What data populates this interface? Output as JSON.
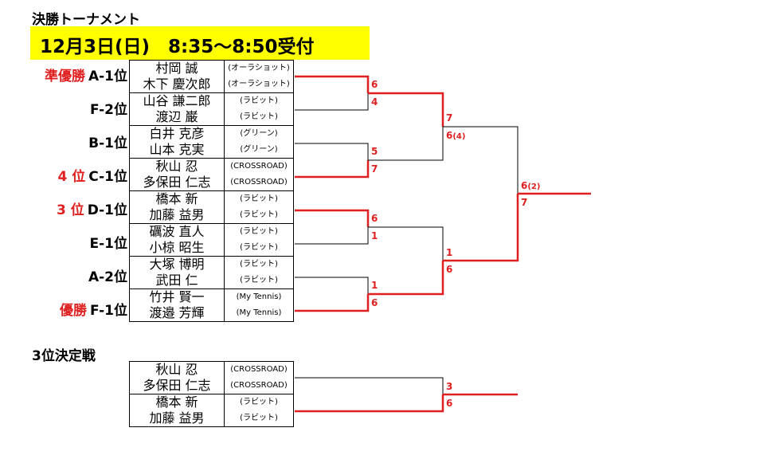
{
  "header": {
    "title": "決勝トーナメント",
    "banner": "12月3日(日)　8:35～8:50受付"
  },
  "colors": {
    "accent": "#e02020",
    "banner_bg": "#ffff00",
    "line": "#000000"
  },
  "main_bracket": {
    "pairs": [
      {
        "place": "準優勝",
        "seed": "A-1位",
        "players": [
          {
            "name": "村岡 誠",
            "club": "(オーラショット)"
          },
          {
            "name": "木下 慶次郎",
            "club": "(オーラショット)"
          }
        ]
      },
      {
        "place": "",
        "seed": "F-2位",
        "players": [
          {
            "name": "山谷 謙二郎",
            "club": "(ラビット)"
          },
          {
            "name": "渡辺 巌",
            "club": "(ラビット)"
          }
        ]
      },
      {
        "place": "",
        "seed": "B-1位",
        "players": [
          {
            "name": "白井 克彦",
            "club": "(グリーン)"
          },
          {
            "name": "山本 克実",
            "club": "(グリーン)"
          }
        ]
      },
      {
        "place": "4 位",
        "seed": "C-1位",
        "players": [
          {
            "name": "秋山 忍",
            "club": "(CROSSROAD)"
          },
          {
            "name": "多保田 仁志",
            "club": "(CROSSROAD)"
          }
        ]
      },
      {
        "place": "3 位",
        "seed": "D-1位",
        "players": [
          {
            "name": "橋本 新",
            "club": "(ラビット)"
          },
          {
            "name": "加藤 益男",
            "club": "(ラビット)"
          }
        ]
      },
      {
        "place": "",
        "seed": "E-1位",
        "players": [
          {
            "name": "礪波 直人",
            "club": "(ラビット)"
          },
          {
            "name": "小椋 昭生",
            "club": "(ラビット)"
          }
        ]
      },
      {
        "place": "",
        "seed": "A-2位",
        "players": [
          {
            "name": "大塚 博明",
            "club": "(ラビット)"
          },
          {
            "name": "武田 仁",
            "club": "(ラビット)"
          }
        ]
      },
      {
        "place": "優勝",
        "seed": "F-1位",
        "players": [
          {
            "name": "竹井 賢一",
            "club": "(My Tennis)"
          },
          {
            "name": "渡邉 芳輝",
            "club": "(My Tennis)"
          }
        ]
      }
    ],
    "round1_scores": [
      {
        "top": "6",
        "bottom": "4"
      },
      {
        "top": "5",
        "bottom": "7"
      },
      {
        "top": "6",
        "bottom": "1"
      },
      {
        "top": "1",
        "bottom": "6"
      }
    ],
    "semifinal_scores": [
      {
        "top": "7",
        "bottom": "6",
        "bottom_tiebreak": "(4)"
      },
      {
        "top": "1",
        "bottom": "6"
      }
    ],
    "final_score": {
      "top": "6",
      "top_tiebreak": "(2)",
      "bottom": "7"
    }
  },
  "third_place": {
    "title": "3位決定戦",
    "pairs": [
      {
        "players": [
          {
            "name": "秋山 忍",
            "club": "(CROSSROAD)"
          },
          {
            "name": "多保田 仁志",
            "club": "(CROSSROAD)"
          }
        ]
      },
      {
        "players": [
          {
            "name": "橋本 新",
            "club": "(ラビット)"
          },
          {
            "name": "加藤 益男",
            "club": "(ラビット)"
          }
        ]
      }
    ],
    "score": {
      "top": "3",
      "bottom": "6"
    }
  }
}
